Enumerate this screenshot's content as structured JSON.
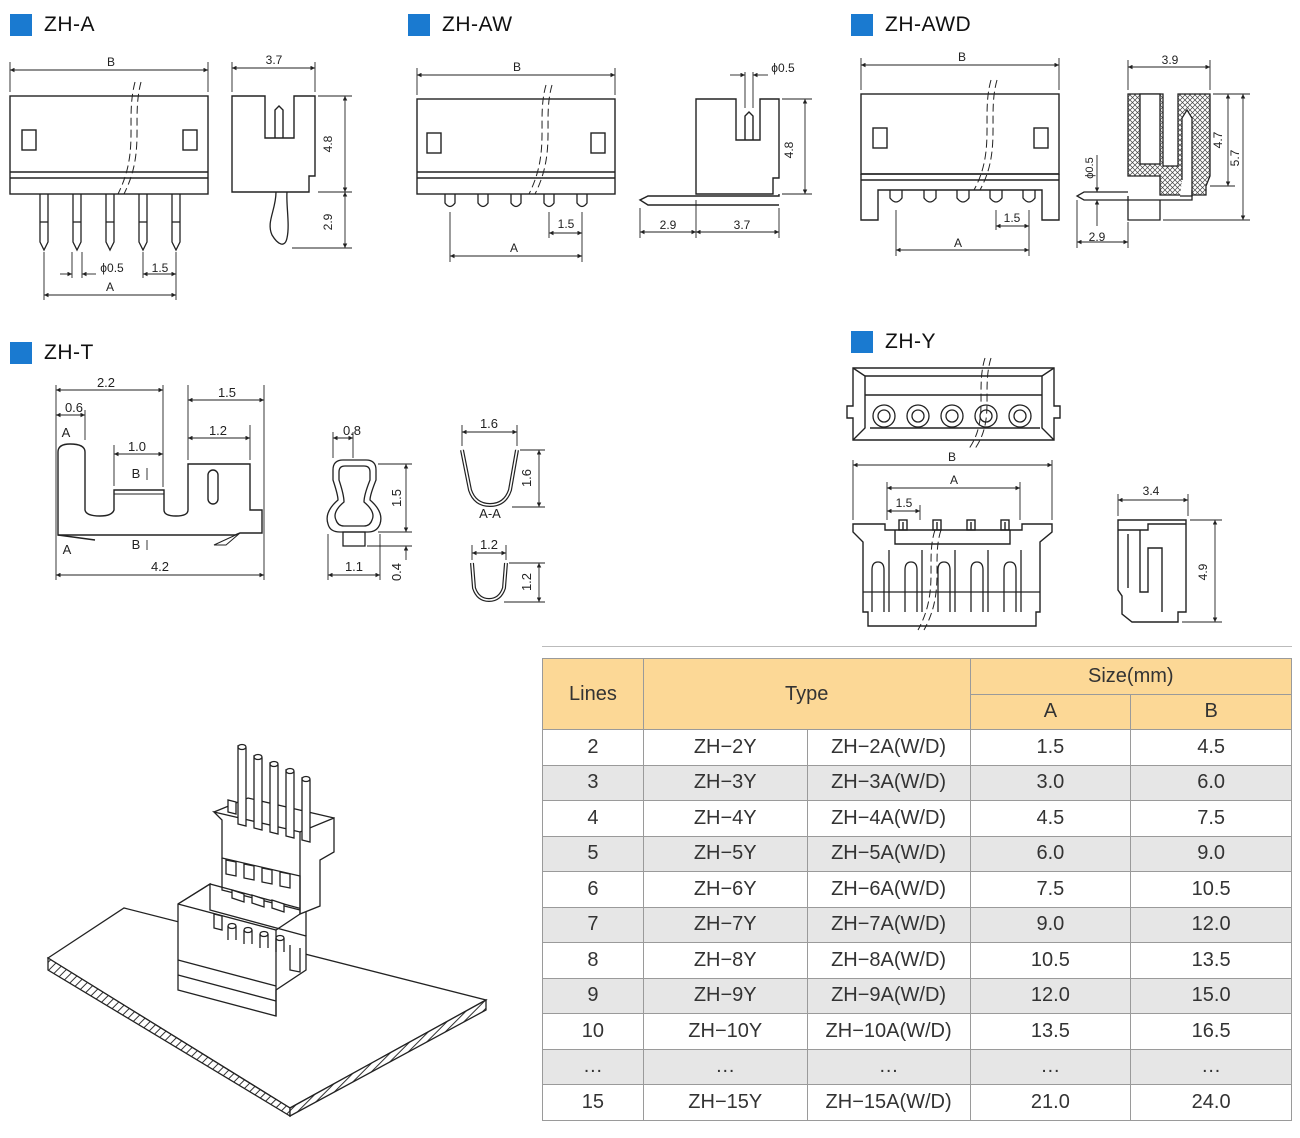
{
  "sections": {
    "zh_a": "ZH-A",
    "zh_aw": "ZH-AW",
    "zh_awd": "ZH-AWD",
    "zh_t": "ZH-T",
    "zh_y": "ZH-Y"
  },
  "dims": {
    "a": {
      "b": "B",
      "w37": "3.7",
      "h48": "4.8",
      "h29": "2.9",
      "phi": "ϕ0.5",
      "p15": "1.5",
      "a": "A"
    },
    "aw": {
      "b": "B",
      "phi": "ϕ0.5",
      "h48": "4.8",
      "p15": "1.5",
      "a": "A",
      "l29": "2.9",
      "l37": "3.7"
    },
    "awd": {
      "b": "B",
      "w39": "3.9",
      "h47": "4.7",
      "h57": "5.7",
      "phi": "ϕ0.5",
      "p15": "1.5",
      "a": "A",
      "l29": "2.9"
    },
    "t": {
      "w22": "2.2",
      "w15": "1.5",
      "w06": "0.6",
      "w12": "1.2",
      "w10": "1.0",
      "A1": "A",
      "B1": "B",
      "A2": "A",
      "B2": "B",
      "w42": "4.2",
      "w08": "0.8",
      "h15": "1.5",
      "w11": "1.1",
      "h04": "0.4",
      "w16": "1.6",
      "h16": "1.6",
      "aa": "A-A",
      "w12b": "1.2",
      "h12": "1.2"
    },
    "y": {
      "b": "B",
      "a": "A",
      "p15": "1.5",
      "w34": "3.4",
      "h49": "4.9"
    }
  },
  "table": {
    "headers": {
      "lines": "Lines",
      "type": "Type",
      "size": "Size(mm)",
      "a": "A",
      "b": "B"
    },
    "rows": [
      {
        "lines": "2",
        "y": "ZH−2Y",
        "a_type": "ZH−2A(W/D)",
        "a": "1.5",
        "b": "4.5"
      },
      {
        "lines": "3",
        "y": "ZH−3Y",
        "a_type": "ZH−3A(W/D)",
        "a": "3.0",
        "b": "6.0"
      },
      {
        "lines": "4",
        "y": "ZH−4Y",
        "a_type": "ZH−4A(W/D)",
        "a": "4.5",
        "b": "7.5"
      },
      {
        "lines": "5",
        "y": "ZH−5Y",
        "a_type": "ZH−5A(W/D)",
        "a": "6.0",
        "b": "9.0"
      },
      {
        "lines": "6",
        "y": "ZH−6Y",
        "a_type": "ZH−6A(W/D)",
        "a": "7.5",
        "b": "10.5"
      },
      {
        "lines": "7",
        "y": "ZH−7Y",
        "a_type": "ZH−7A(W/D)",
        "a": "9.0",
        "b": "12.0"
      },
      {
        "lines": "8",
        "y": "ZH−8Y",
        "a_type": "ZH−8A(W/D)",
        "a": "10.5",
        "b": "13.5"
      },
      {
        "lines": "9",
        "y": "ZH−9Y",
        "a_type": "ZH−9A(W/D)",
        "a": "12.0",
        "b": "15.0"
      },
      {
        "lines": "10",
        "y": "ZH−10Y",
        "a_type": "ZH−10A(W/D)",
        "a": "13.5",
        "b": "16.5"
      },
      {
        "lines": "…",
        "y": "…",
        "a_type": "…",
        "a": "…",
        "b": "…"
      },
      {
        "lines": "15",
        "y": "ZH−15Y",
        "a_type": "ZH−15A(W/D)",
        "a": "21.0",
        "b": "24.0"
      }
    ]
  }
}
